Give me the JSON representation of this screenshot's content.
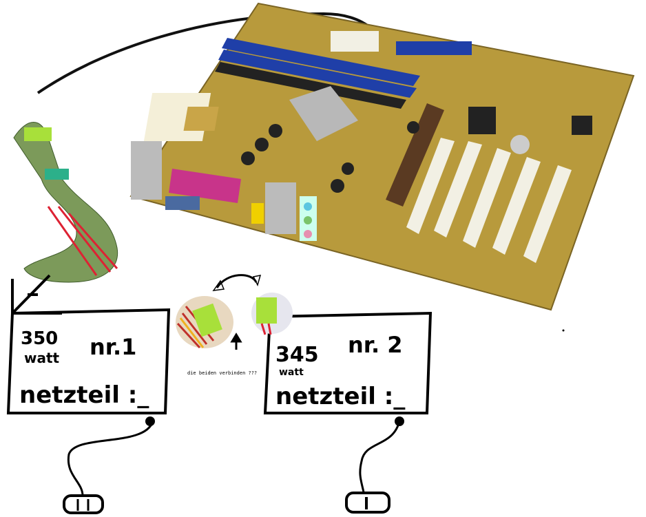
{
  "psu1": {
    "watt_number": "350",
    "watt_unit": "watt",
    "label_nr": "nr.1",
    "label_name": "netzteil :_"
  },
  "psu2": {
    "watt_number": "345",
    "watt_unit": "watt",
    "label_nr": "nr. 2",
    "label_name": "netzteil :_"
  },
  "note": "die beiden verbinden ???",
  "colors": {
    "board": "#b89a3c",
    "ram_slot": "#1f3fa8",
    "pci_slot": "#f2f0e4",
    "connector": "#a8e03a",
    "parallel_port": "#c8348a"
  }
}
